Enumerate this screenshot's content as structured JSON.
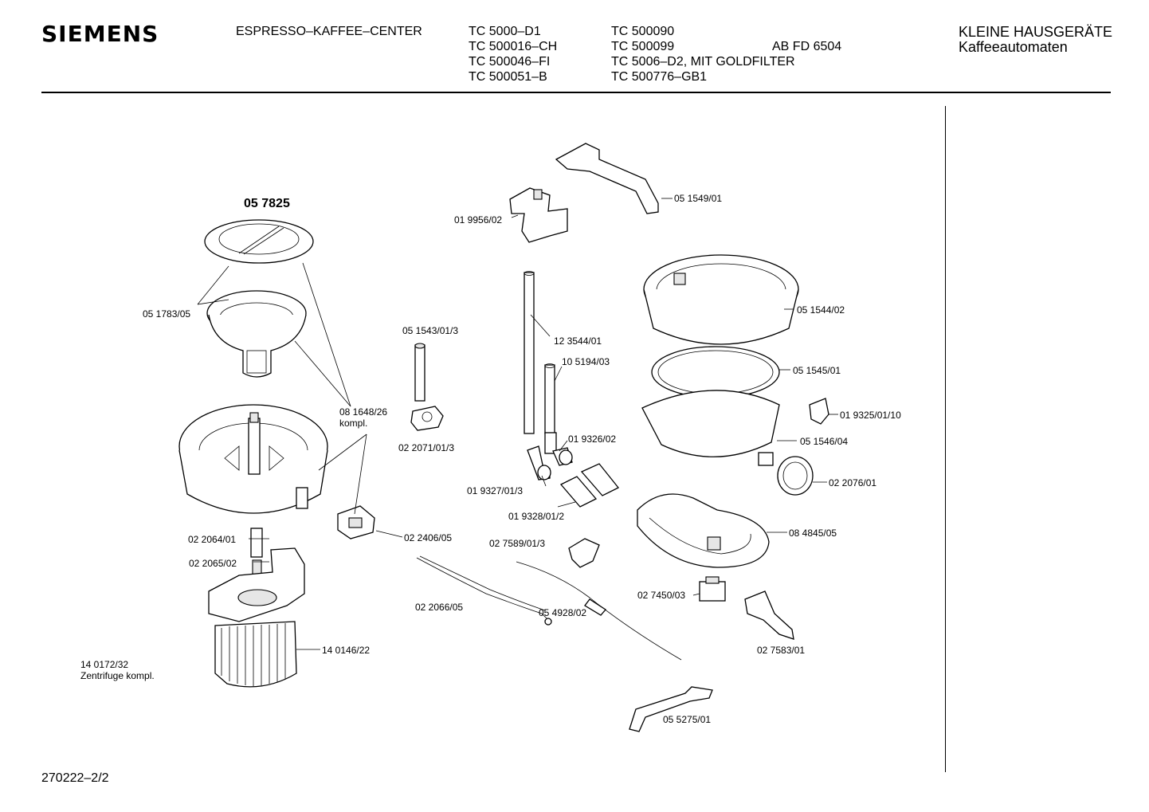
{
  "header": {
    "brand": "SIEMENS",
    "product": "ESPRESSO–KAFFEE–CENTER",
    "models_col1": [
      "TC 5000–D1",
      "TC 500016–CH",
      "TC 500046–FI",
      "TC 500051–B"
    ],
    "models_col2": [
      "TC 500090",
      "TC 500099",
      "TC 5006–D2, MIT GOLDFILTER",
      "TC 500776–GB1"
    ],
    "doc_code": "AB FD 6504",
    "category": "KLEINE HAUSGERÄTE",
    "subcategory": "Kaffeeautomaten"
  },
  "diagram": {
    "title_part": "05 7825",
    "parts": [
      "05 1783/05",
      "08 1648/26",
      "kompl.",
      "05 1543/01/3",
      "02 2071/01/3",
      "01 9956/02",
      "05 1549/01",
      "12 3544/01",
      "10 5194/03",
      "01 9326/02",
      "01 9327/01/3",
      "01 9328/01/2",
      "05 1544/02",
      "05 1545/01",
      "05 1546/04",
      "01 9325/01/10",
      "02 2076/01",
      "08 4845/05",
      "02 2064/01",
      "02 2065/02",
      "02 2406/05",
      "02 7589/01/3",
      "02 2066/05",
      "05 4928/02",
      "02 7450/03",
      "02 7583/01",
      "14 0146/22",
      "14 0172/32",
      "Zentrifuge kompl.",
      "05 5275/01"
    ]
  },
  "footer": {
    "page_ref": "270222–2/2"
  }
}
